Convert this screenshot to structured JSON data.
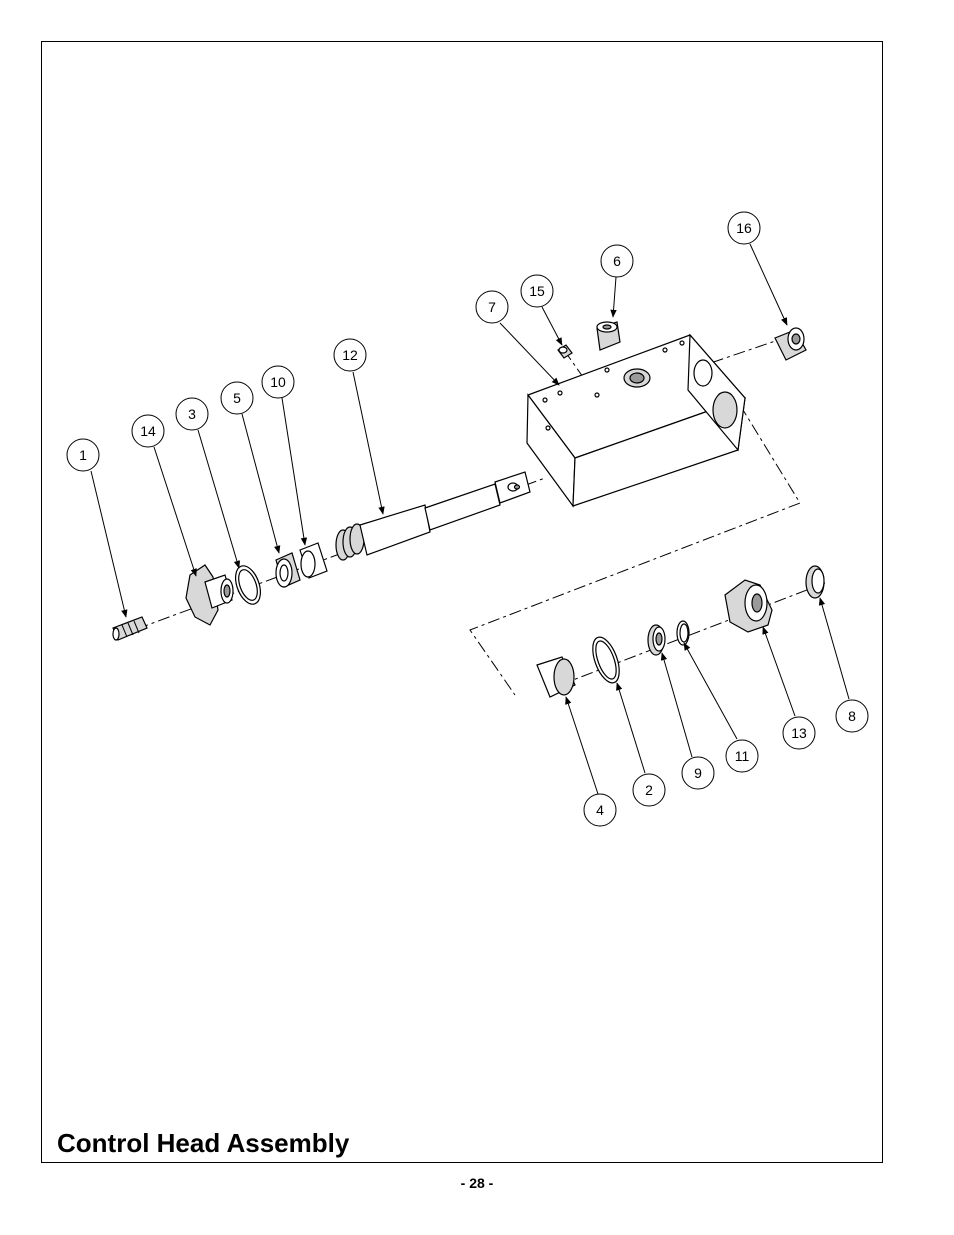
{
  "title": "Control Head Assembly",
  "page_number": "- 28 -",
  "callouts": {
    "c1": "1",
    "c2": "2",
    "c3": "3",
    "c4": "4",
    "c5": "5",
    "c6": "6",
    "c7": "7",
    "c8": "8",
    "c9": "9",
    "c10": "10",
    "c11": "11",
    "c12": "12",
    "c13": "13",
    "c14": "14",
    "c15": "15",
    "c16": "16"
  }
}
